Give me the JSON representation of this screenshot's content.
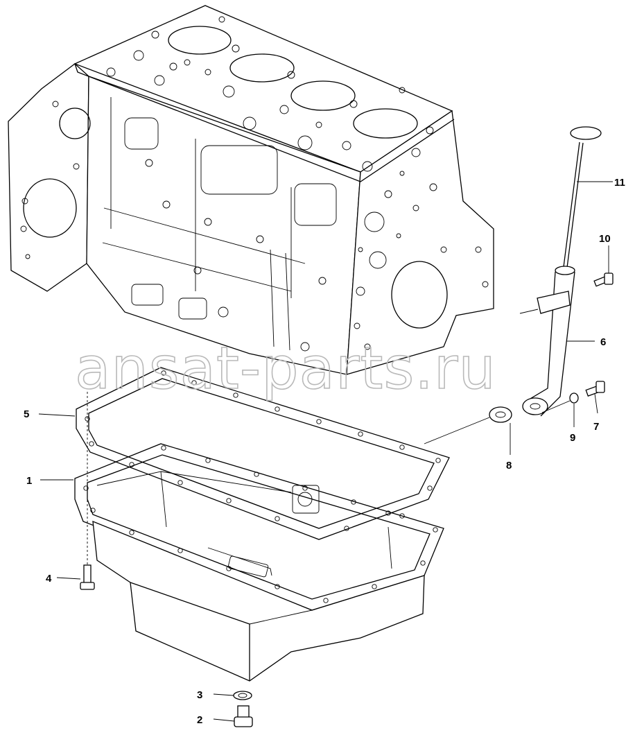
{
  "watermark": "ansat-parts.ru",
  "callouts": [
    {
      "id": "1",
      "label": "1"
    },
    {
      "id": "2",
      "label": "2"
    },
    {
      "id": "3",
      "label": "3"
    },
    {
      "id": "4",
      "label": "4"
    },
    {
      "id": "5",
      "label": "5"
    },
    {
      "id": "6",
      "label": "6"
    },
    {
      "id": "7",
      "label": "7"
    },
    {
      "id": "8",
      "label": "8"
    },
    {
      "id": "9",
      "label": "9"
    },
    {
      "id": "10",
      "label": "10"
    },
    {
      "id": "11",
      "label": "11"
    }
  ]
}
